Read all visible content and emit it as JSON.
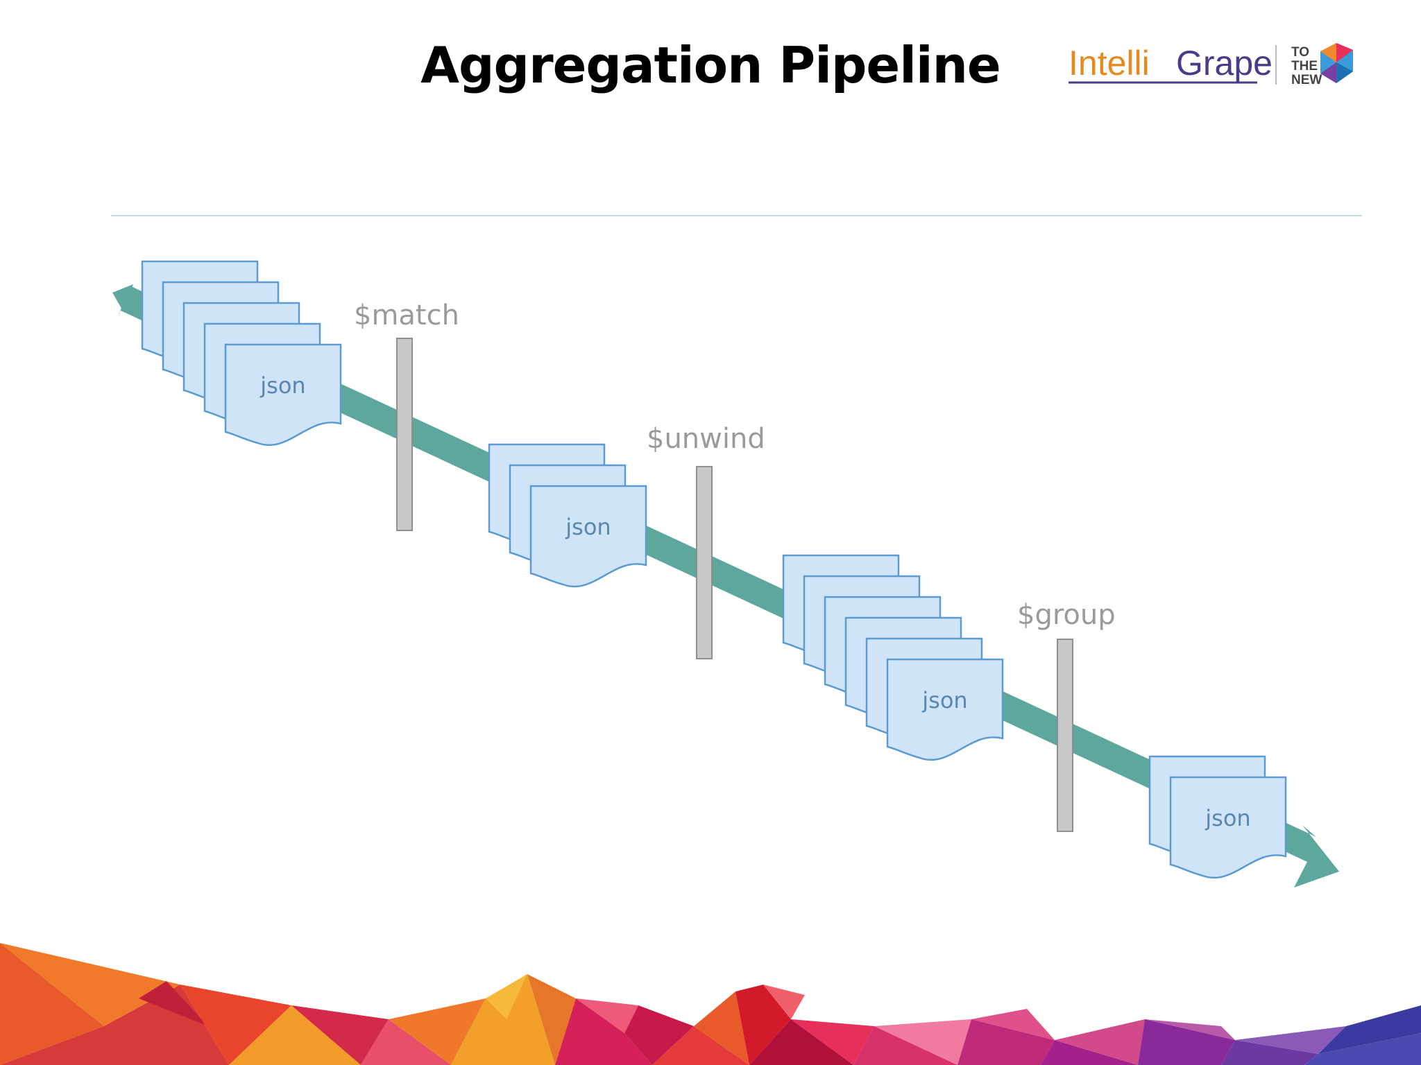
{
  "slide": {
    "title": "Aggregation Pipeline"
  },
  "logo": {
    "brand_part1": "Intelli",
    "brand_part2": "Grape",
    "tagline_line1": "TO",
    "tagline_line2": "THE",
    "tagline_line3": "NEW"
  },
  "pipeline": {
    "stages": [
      {
        "label": "$match"
      },
      {
        "label": "$unwind"
      },
      {
        "label": "$group"
      }
    ],
    "document_groups": [
      {
        "label": "json",
        "count": 5
      },
      {
        "label": "json",
        "count": 3
      },
      {
        "label": "json",
        "count": 6
      },
      {
        "label": "json",
        "count": 2
      }
    ]
  },
  "colors": {
    "arrow": "#5ea79c",
    "document_fill": "#cfe4f7",
    "document_stroke": "#5b9bd1",
    "document_text": "#5b86ad",
    "stage_bar": "#c8c8c8",
    "stage_label": "#999999",
    "brand_orange": "#e68a1e",
    "brand_purple": "#4a3a8a"
  }
}
